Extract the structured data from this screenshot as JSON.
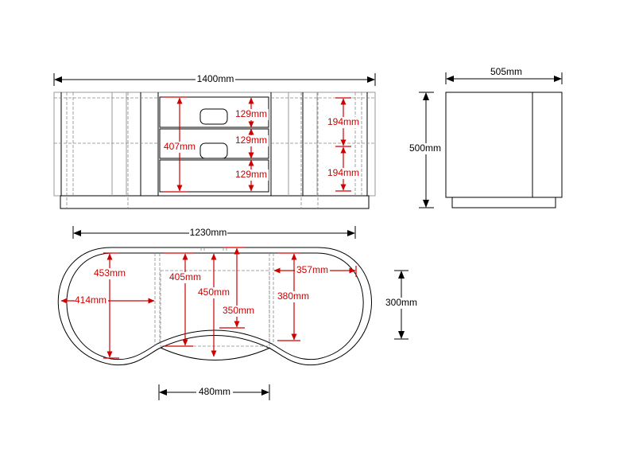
{
  "front_view": {
    "width_label": "1400mm",
    "center_height_label": "407mm",
    "drawer_labels": [
      "129mm",
      "129mm",
      "129mm"
    ],
    "side_compartment_labels": [
      "194mm",
      "194mm"
    ]
  },
  "side_view": {
    "depth_label": "505mm",
    "height_label": "500mm"
  },
  "top_view": {
    "width_label": "1230mm",
    "lobe_depth_label": "453mm",
    "lobe_width_label": "414mm",
    "center_depth_405": "405mm",
    "center_depth_450": "450mm",
    "center_inner_depth": "350mm",
    "right_depth_label": "380mm",
    "right_width_label": "357mm",
    "side_depth_label": "300mm",
    "center_width_label": "480mm"
  },
  "colors": {
    "dimension": "#d00000",
    "outline": "#000000"
  }
}
